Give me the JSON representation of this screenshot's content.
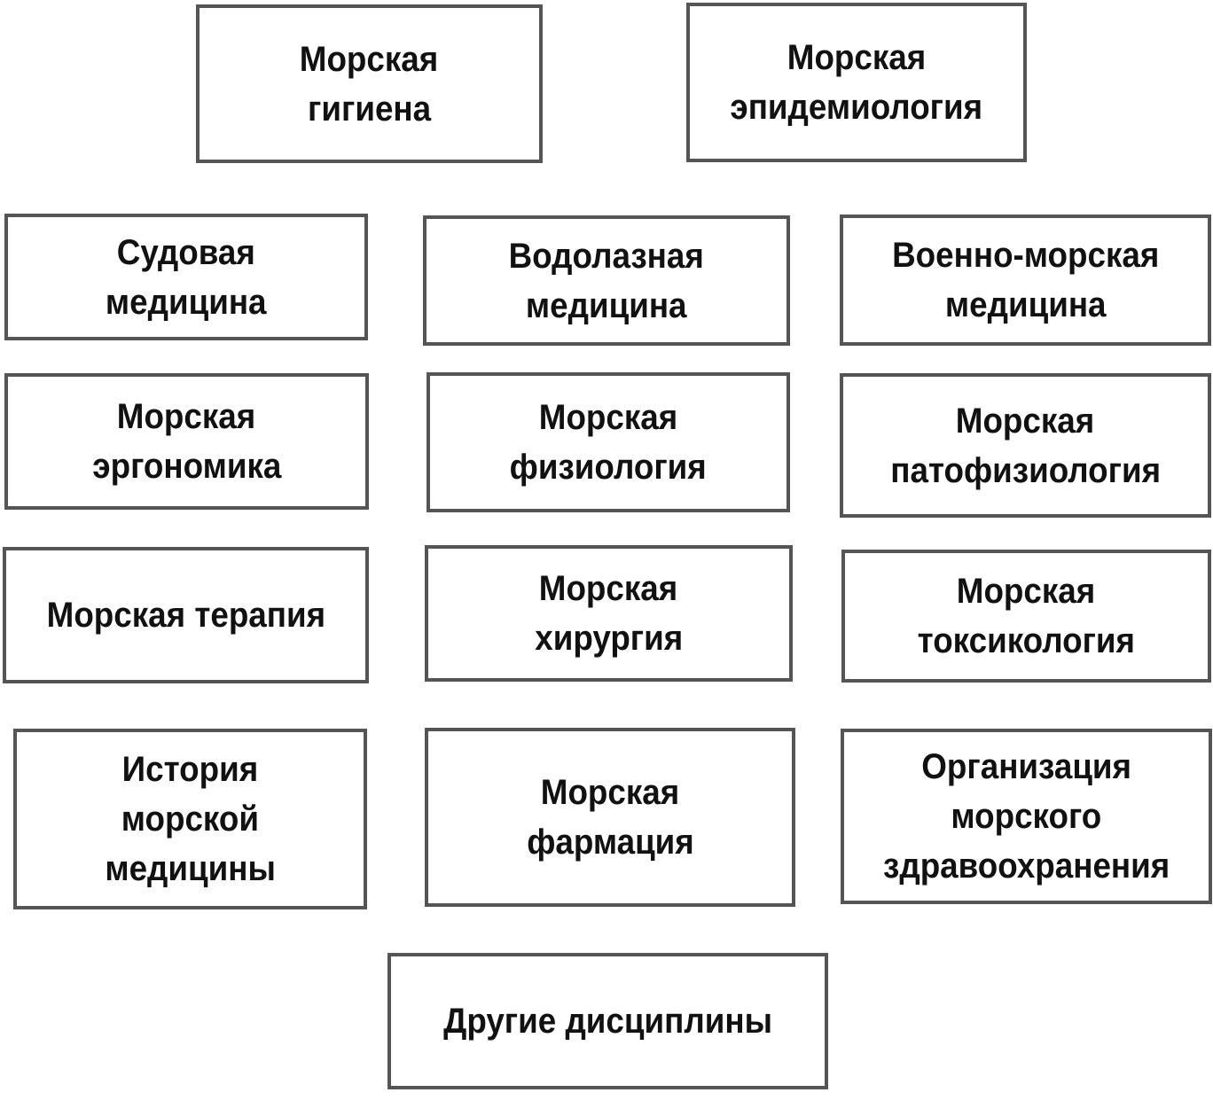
{
  "boxes": [
    {
      "lines": [
        "Морская",
        "гигиена"
      ]
    },
    {
      "lines": [
        "Морская",
        "эпидемиология"
      ]
    },
    {
      "lines": [
        "Судовая",
        "медицина"
      ]
    },
    {
      "lines": [
        "Водолазная",
        "медицина"
      ]
    },
    {
      "lines": [
        "Военно-морская",
        "медицина"
      ]
    },
    {
      "lines": [
        "Морская",
        "эргономика"
      ]
    },
    {
      "lines": [
        "Морская",
        "физиология"
      ]
    },
    {
      "lines": [
        "Морская",
        "патофизиология"
      ]
    },
    {
      "lines": [
        "Морская терапия"
      ]
    },
    {
      "lines": [
        "Морская",
        "хирургия"
      ]
    },
    {
      "lines": [
        "Морская",
        "токсикология"
      ]
    },
    {
      "lines": [
        "История",
        "морской",
        "медицины"
      ]
    },
    {
      "lines": [
        "Морская",
        "фармация"
      ]
    },
    {
      "lines": [
        "Организация",
        "морского",
        "здравоохранения"
      ]
    },
    {
      "lines": [
        "Другие дисциплины"
      ]
    }
  ]
}
